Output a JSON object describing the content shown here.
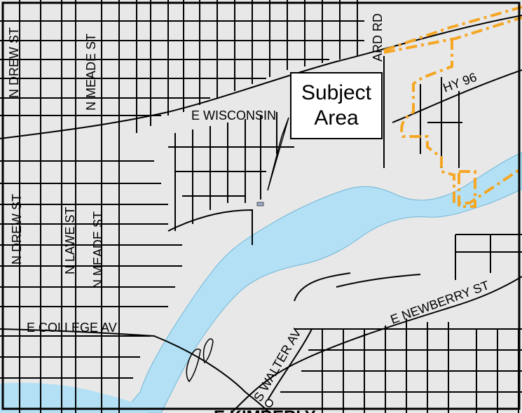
{
  "callout": {
    "line1": "Subject",
    "line2": "Area"
  },
  "streets": {
    "n_drew_st_top": "N DREW ST",
    "n_meade_st_top": "N MEADE ST",
    "n_drew_st": "N DREW ST",
    "n_lawe_st": "N LAWE ST",
    "n_meade_st": "N MEADE ST",
    "e_wisconsin": "E WISCONSIN",
    "hy_96": "HY 96",
    "ard_rd": "ARD RD",
    "e_newberry_st": "E NEWBERRY ST",
    "e_college_av": "E COLLEGE AV",
    "s_walter_av": "S WALTER AV",
    "bottom_cut": "E KIMBERLY"
  },
  "colors": {
    "land": "#e8e8e8",
    "river": "#b3e0f5",
    "road": "#000000",
    "boundary": "#f5a623",
    "subject_marker": "#9aa7c7"
  }
}
